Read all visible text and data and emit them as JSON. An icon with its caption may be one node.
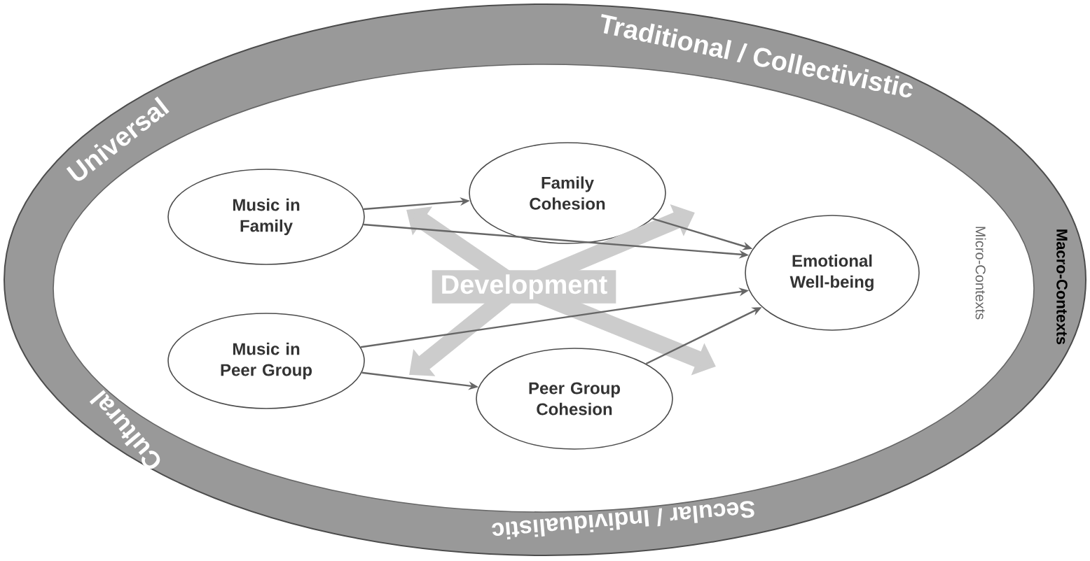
{
  "diagram": {
    "nodes": [
      {
        "text": [
          "Traditional / Collectivistic",
          "Universal",
          "Cultural",
          "Secular / Individualistic",
          "Macro-Contexts"
        ]
      },
      {
        "text": [
          "Micro-Contexts"
        ],
        "in": 0
      },
      {
        "text": [
          "Music in Family"
        ],
        "in": 1
      },
      {
        "text": [
          "Family Cohesion"
        ],
        "in": 1
      },
      {
        "text": [
          "Emotional Well-being"
        ],
        "in": 1
      },
      {
        "text": [
          "Development"
        ],
        "in": 1
      },
      {
        "text": [
          "Music in Peer Group"
        ],
        "in": 1
      },
      {
        "text": [
          "Peer Group Cohesion"
        ],
        "in": 1
      }
    ],
    "edges": [
      {
        "from": 2,
        "to": 3,
        "arrow": "to"
      },
      {
        "from": 2,
        "to": 4,
        "arrow": "to"
      },
      {
        "from": 3,
        "to": 4,
        "arrow": "to"
      },
      {
        "from": 6,
        "to": 4,
        "arrow": "to"
      },
      {
        "from": 6,
        "to": 7,
        "arrow": "to"
      },
      {
        "from": 7,
        "to": 4,
        "arrow": "to"
      }
    ]
  }
}
